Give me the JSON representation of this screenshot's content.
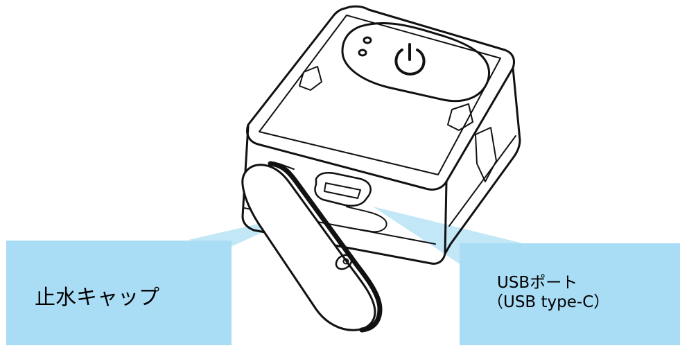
{
  "callouts": {
    "cap": {
      "label": "止水キャップ"
    },
    "usb": {
      "label": "USBポート",
      "sublabel": "（USB type-C）"
    }
  },
  "colors": {
    "callout_fill": "#a9dcf5",
    "pointer_fill": "#b7e3f6",
    "line": "#111111"
  },
  "icons": {
    "power": "power-icon",
    "led": "led-indicator-icon"
  }
}
